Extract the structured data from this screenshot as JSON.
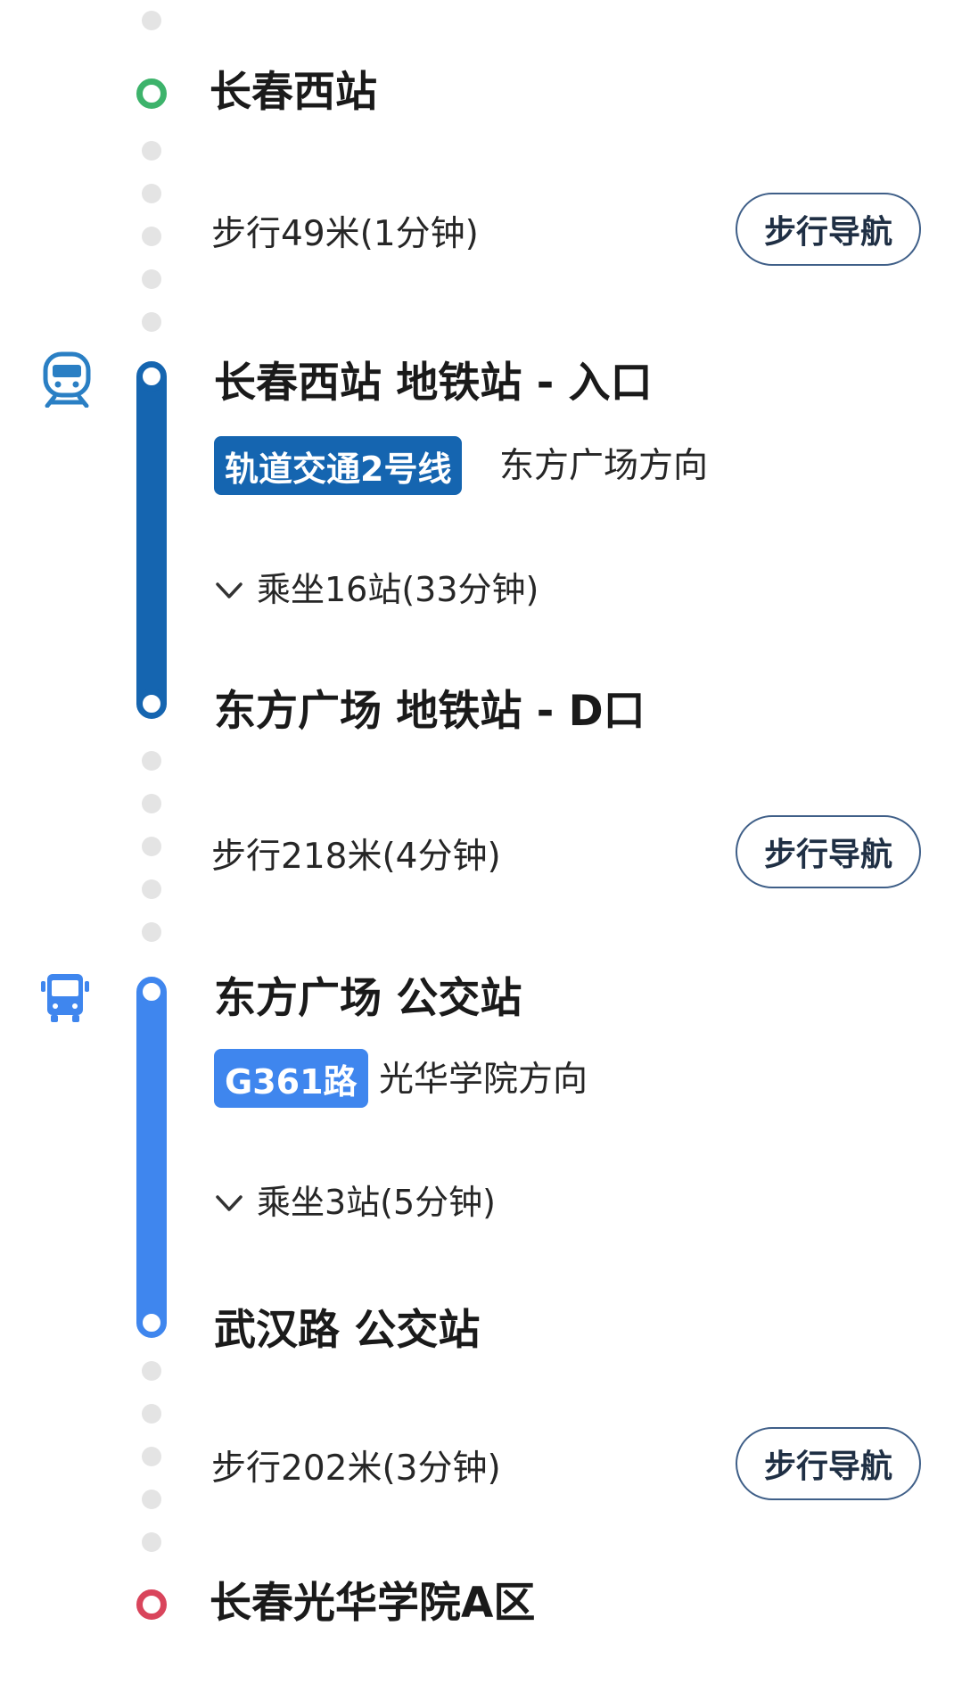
{
  "colors": {
    "start_green": "#3db36b",
    "end_red": "#d9455c",
    "metro_line": "#1565b0",
    "bus_line": "#3f86ee",
    "dot_grey": "#e4e4e4",
    "button_border": "#3f5f88"
  },
  "steps": {
    "origin": {
      "name": "长春西站"
    },
    "walk1": {
      "text": "步行49米(1分钟)",
      "nav_label": "步行导航"
    },
    "metro": {
      "icon": "metro-icon",
      "board_station": "长春西站 地铁站 - 入口",
      "line_badge": "轨道交通2号线",
      "direction": "东方广场方向",
      "ride_summary": "乘坐16站(33分钟)",
      "alight_station": "东方广场 地铁站 - D口"
    },
    "walk2": {
      "text": "步行218米(4分钟)",
      "nav_label": "步行导航"
    },
    "bus": {
      "icon": "bus-icon",
      "board_station": "东方广场 公交站",
      "line_badge": "G361路",
      "direction": "光华学院方向",
      "ride_summary": "乘坐3站(5分钟)",
      "alight_station": "武汉路 公交站"
    },
    "walk3": {
      "text": "步行202米(3分钟)",
      "nav_label": "步行导航"
    },
    "destination": {
      "name": "长春光华学院A区"
    }
  }
}
